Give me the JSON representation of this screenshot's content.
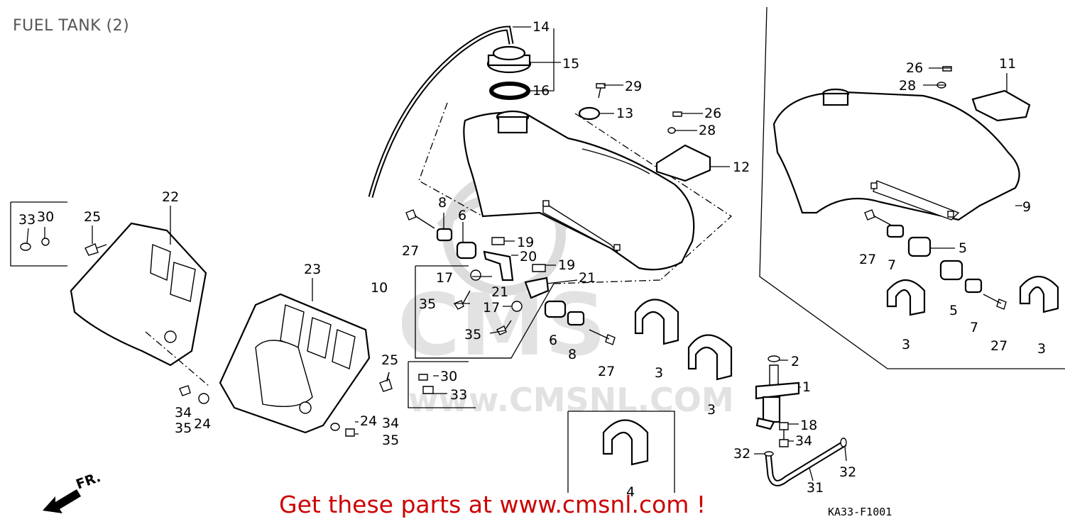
{
  "title": "FUEL TANK (2)",
  "promo": "Get these parts at www.cmsnl.com !",
  "code": "KA33-F1001",
  "watermark": {
    "text": "www.CMSNL.COM",
    "logo": "CMS"
  },
  "arrow": {
    "label": "FR."
  },
  "labels": {
    "l1": "1",
    "l2": "2",
    "l3a": "3",
    "l3b": "3",
    "l3c": "3",
    "l3d": "3",
    "l4": "4",
    "l5a": "5",
    "l5b": "5",
    "l6a": "6",
    "l6b": "6",
    "l7a": "7",
    "l7b": "7",
    "l8a": "8",
    "l8b": "8",
    "l9": "9",
    "l10": "10",
    "l11": "11",
    "l12": "12",
    "l13": "13",
    "l14": "14",
    "l15": "15",
    "l16": "16",
    "l17a": "17",
    "l17b": "17",
    "l18": "18",
    "l19a": "19",
    "l19b": "19",
    "l20": "20",
    "l21a": "21",
    "l21b": "21",
    "l22": "22",
    "l23": "23",
    "l24a": "24",
    "l24b": "24",
    "l25a": "25",
    "l25b": "25",
    "l26a": "26",
    "l26b": "26",
    "l27a": "27",
    "l27b": "27",
    "l27c": "27",
    "l27d": "27",
    "l28a": "28",
    "l28b": "28",
    "l29": "29",
    "l30a": "30",
    "l30b": "30",
    "l31": "31",
    "l32a": "32",
    "l32b": "32",
    "l33a": "33",
    "l33b": "33",
    "l34a": "34",
    "l34b": "34",
    "l34c": "34",
    "l35a": "35",
    "l35b": "35",
    "l35c": "35",
    "l35d": "35"
  }
}
